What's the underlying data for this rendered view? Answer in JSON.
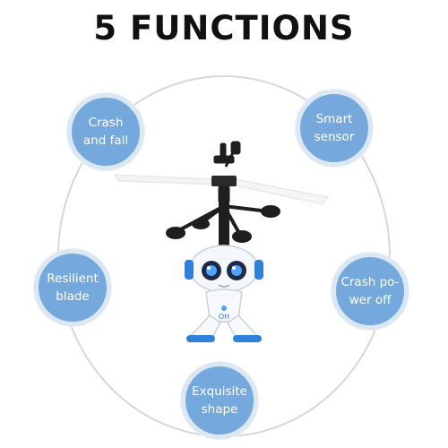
{
  "title": "5 FUNCTIONS",
  "colors": {
    "bubble": "#75a9dd",
    "bubble_ring": "#dbe8f4",
    "ring": "#d8d8d8",
    "accent": "#2f80d8"
  },
  "functions": [
    {
      "line1": "Crash",
      "line2": "and fall"
    },
    {
      "line1": "Smart",
      "line2": "sensor"
    },
    {
      "line1": "Resilient",
      "line2": "blade"
    },
    {
      "line1": "Crash po-",
      "line2": "wer off"
    },
    {
      "line1": "Exquisite",
      "line2": "shape"
    }
  ],
  "toy_label": "OH"
}
